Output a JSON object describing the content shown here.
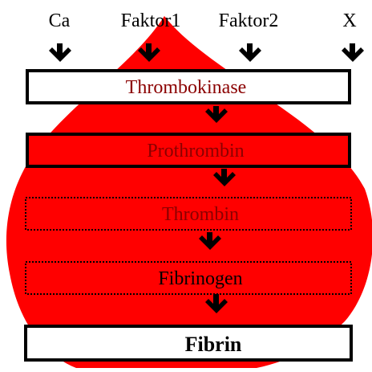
{
  "colors": {
    "drop_fill": "#ff0000",
    "box_fill_light": "#ffffff",
    "box_stroke": "#000000",
    "text_on_light": "#000000",
    "text_on_red": "#8b0000"
  },
  "inputs": [
    {
      "label": "Ca",
      "icon": "arrow-down-icon"
    },
    {
      "label": "Faktor1",
      "icon": "arrow-down-icon"
    },
    {
      "label": "Faktor2",
      "icon": "arrow-down-icon"
    },
    {
      "label": "X",
      "icon": "arrow-down-icon"
    }
  ],
  "stages": [
    {
      "label": "Thrombokinase",
      "style": "outline"
    },
    {
      "label": "Prothrombin",
      "style": "outline"
    },
    {
      "label": "Thrombin",
      "style": "filled"
    },
    {
      "label": "Fibrinogen",
      "style": "filled"
    },
    {
      "label": "Fibrin",
      "style": "final"
    }
  ],
  "connector_icon": "arrow-down-icon",
  "background_shape": "blood-drop"
}
